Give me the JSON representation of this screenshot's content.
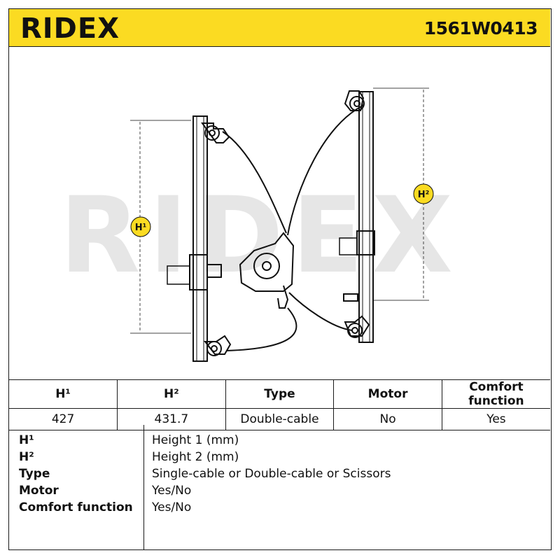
{
  "header": {
    "logo_text": "RIDEX",
    "part_number": "1561W0413",
    "background_color": "#fbdb22"
  },
  "diagram": {
    "watermark_text": "RIDEX",
    "label_h1": "H¹",
    "label_h2": "H²",
    "label_color": "#fbdb22"
  },
  "table": {
    "headers": [
      "H¹",
      "H²",
      "Type",
      "Motor",
      "Comfort function"
    ],
    "values": [
      "427",
      "431.7",
      "Double-cable",
      "No",
      "Yes"
    ]
  },
  "legend": [
    {
      "key": "H¹",
      "value": "Height 1 (mm)"
    },
    {
      "key": "H²",
      "value": "Height 2 (mm)"
    },
    {
      "key": "Type",
      "value": "Single-cable or Double-cable or Scissors"
    },
    {
      "key": "Motor",
      "value": "Yes/No"
    },
    {
      "key": "Comfort function",
      "value": "Yes/No"
    }
  ]
}
